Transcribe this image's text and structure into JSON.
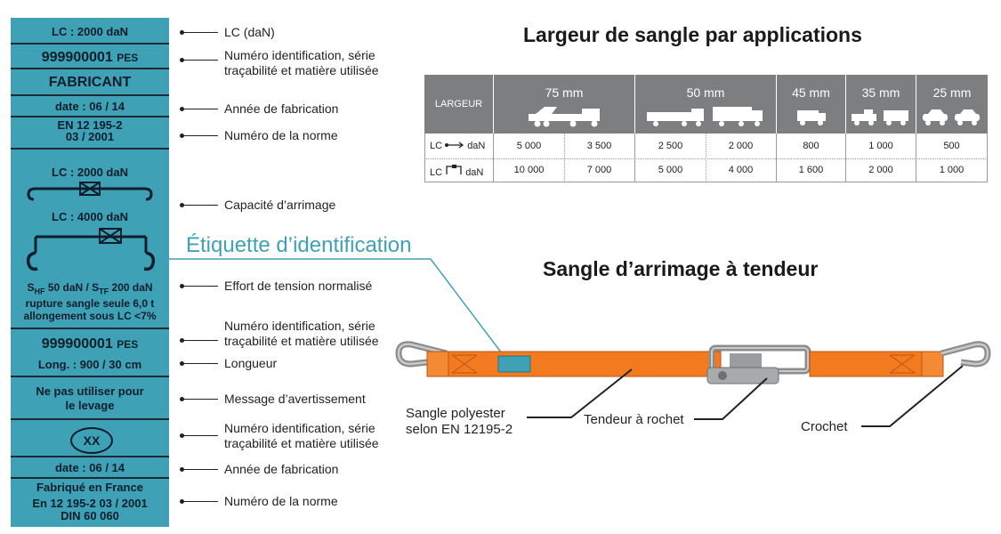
{
  "label": {
    "lc_top": "LC : 2000 daN",
    "id1_num": "999900001",
    "id1_suffix": "PES",
    "fabricant": "FABRICANT",
    "date1": "date : 06 / 14",
    "norme1_l1": "EN 12 195-2",
    "norme1_l2": "03 / 2001",
    "cap1": "LC : 2000 daN",
    "cap2": "LC : 4000 daN",
    "tension_s1": "S",
    "tension_hf": "HF",
    "tension_mid": "50 daN / S",
    "tension_tf": "TF",
    "tension_end": "200 daN",
    "tension_l2": "rupture sangle seule 6,0 t",
    "tension_l3": "allongement sous LC <7%",
    "id2_num": "999900001",
    "id2_suffix": "PES",
    "longueur": "Long. : 900 / 30 cm",
    "warn_l1": "Ne pas utiliser pour",
    "warn_l2": "le levage",
    "xx": "XX",
    "date2": "date : 06 / 14",
    "origin": "Fabriqué en France",
    "norme2_l1": "En 12 195-2 03 / 2001",
    "norme2_l2": "DIN 60 060"
  },
  "callouts": {
    "lc": "LC (daN)",
    "id_a": "Numéro identification, série",
    "id_b": "traçabilité et matière utilisée",
    "annee": "Année de fabrication",
    "norme": "Numéro de la norme",
    "capacite": "Capacité d’arrimage",
    "effort": "Effort de tension normalisé",
    "longueur": "Longueur",
    "message": "Message d’avertissement"
  },
  "etiquette_title": "Étiquette d’identification",
  "table_title": "Largeur de sangle par applications",
  "table": {
    "header_first": "LARGEUR",
    "widths": [
      "75 mm",
      "50 mm",
      "45 mm",
      "35 mm",
      "25 mm"
    ],
    "row1_label": "LC",
    "row1_unit": "daN",
    "row1": [
      "5 000",
      "3 500",
      "2 500",
      "2 000",
      "800",
      "1 000",
      "500"
    ],
    "row2_label": "LC",
    "row2_unit": "daN",
    "row2": [
      "10 000",
      "7 000",
      "5 000",
      "4 000",
      "1 600",
      "2 000",
      "1 000"
    ]
  },
  "strap_title": "Sangle d’arrimage à tendeur",
  "strap_labels": {
    "sangle_l1": "Sangle polyester",
    "sangle_l2": "selon EN 12195-2",
    "tendeur": "Tendeur à rochet",
    "crochet": "Crochet"
  },
  "colors": {
    "label_bg": "#3fa1b6",
    "strap_orange": "#f47a20",
    "table_header": "#7d7e80"
  }
}
